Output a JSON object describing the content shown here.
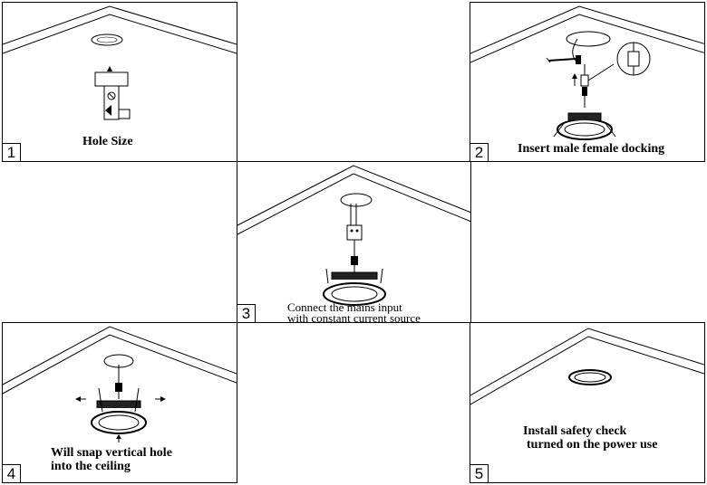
{
  "steps": [
    {
      "number": "1",
      "caption_lines": [
        "Hole Size"
      ]
    },
    {
      "number": "2",
      "caption_lines": [
        "Insert male female docking"
      ]
    },
    {
      "number": "3",
      "caption_lines": [
        "Connect the mains input",
        "with constant current source"
      ]
    },
    {
      "number": "4",
      "caption_lines": [
        "Will snap vertical hole",
        "into the ceiling"
      ]
    },
    {
      "number": "5",
      "caption_lines": [
        "Install safety check",
        "turned on the power use"
      ]
    }
  ]
}
